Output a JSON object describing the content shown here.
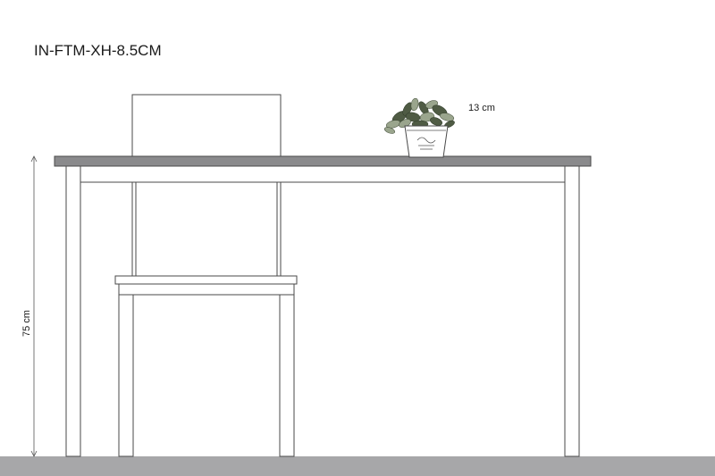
{
  "title": "IN-FTM-XH-8.5CM",
  "dimensions": {
    "table_height_label": "75 cm",
    "plant_height_label": "13 cm"
  },
  "colors": {
    "floor": "#a7a7a9",
    "tabletop": "#8a8a8c",
    "outline": "#4a4a4a",
    "leaf_dark": "#4f5b44",
    "leaf_light": "#9aa58d",
    "pot": "#ffffff"
  }
}
